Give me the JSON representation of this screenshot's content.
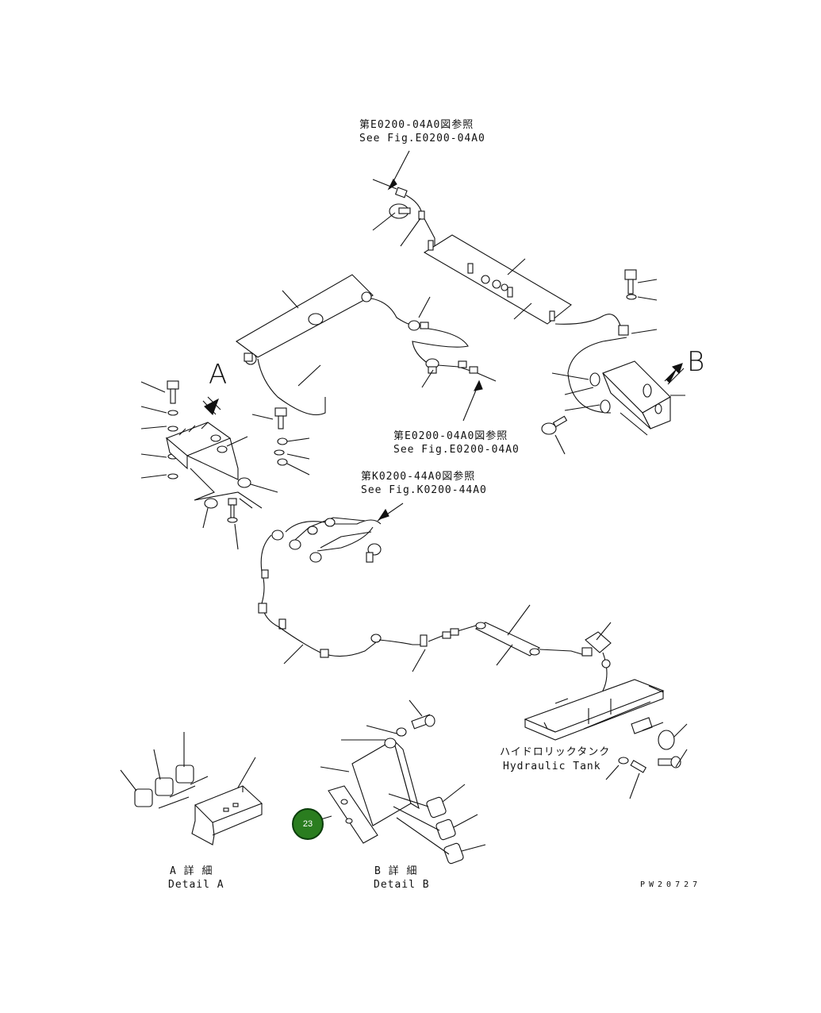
{
  "references": {
    "top_jp": "第E0200-04A0図参照",
    "top_en": "See Fig.E0200-04A0",
    "mid_jp": "第E0200-04A0図参照",
    "mid_en": "See Fig.E0200-04A0",
    "k_jp": "第K0200-44A0図参照",
    "k_en": "See Fig.K0200-44A0"
  },
  "view_letters": {
    "a": "A",
    "b": "B"
  },
  "tank": {
    "jp": "ハイドロリックタンク",
    "en": "Hydraulic Tank"
  },
  "details": {
    "a_jp": "A 詳 細",
    "a_en": "Detail A",
    "b_jp": "B 詳 細",
    "b_en": "Detail B"
  },
  "callout": {
    "number": "23",
    "color": "#2a7d1f"
  },
  "drawing_number": "PW20727"
}
